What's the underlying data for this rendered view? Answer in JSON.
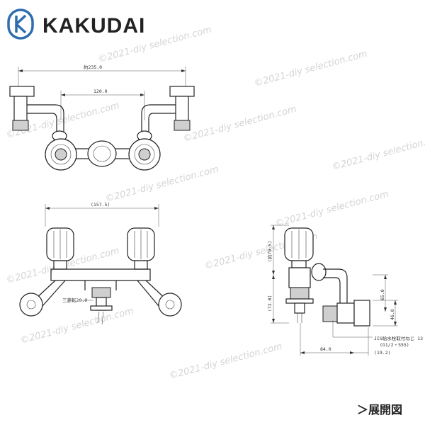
{
  "brand": {
    "name": "KAKUDAI"
  },
  "watermark": "©2021-diy selection.com",
  "top_view": {
    "dim_overall": "約235.0",
    "dim_center": "120.0"
  },
  "front_view": {
    "dim_width": "(157.5)",
    "dim_thread": "三菱転20.0"
  },
  "side_view": {
    "dim_height": "(約79.5)",
    "dim_72": "(72.0)",
    "dim_65": "65.0",
    "dim_46": "46.0",
    "dim_84": "84.0",
    "dim_19": "(19.2)",
    "jis_note": "JIS給水栓取付ねじ 13",
    "jis_sub": "(G1/2・S55)"
  },
  "view_tag": "＞展開図"
}
